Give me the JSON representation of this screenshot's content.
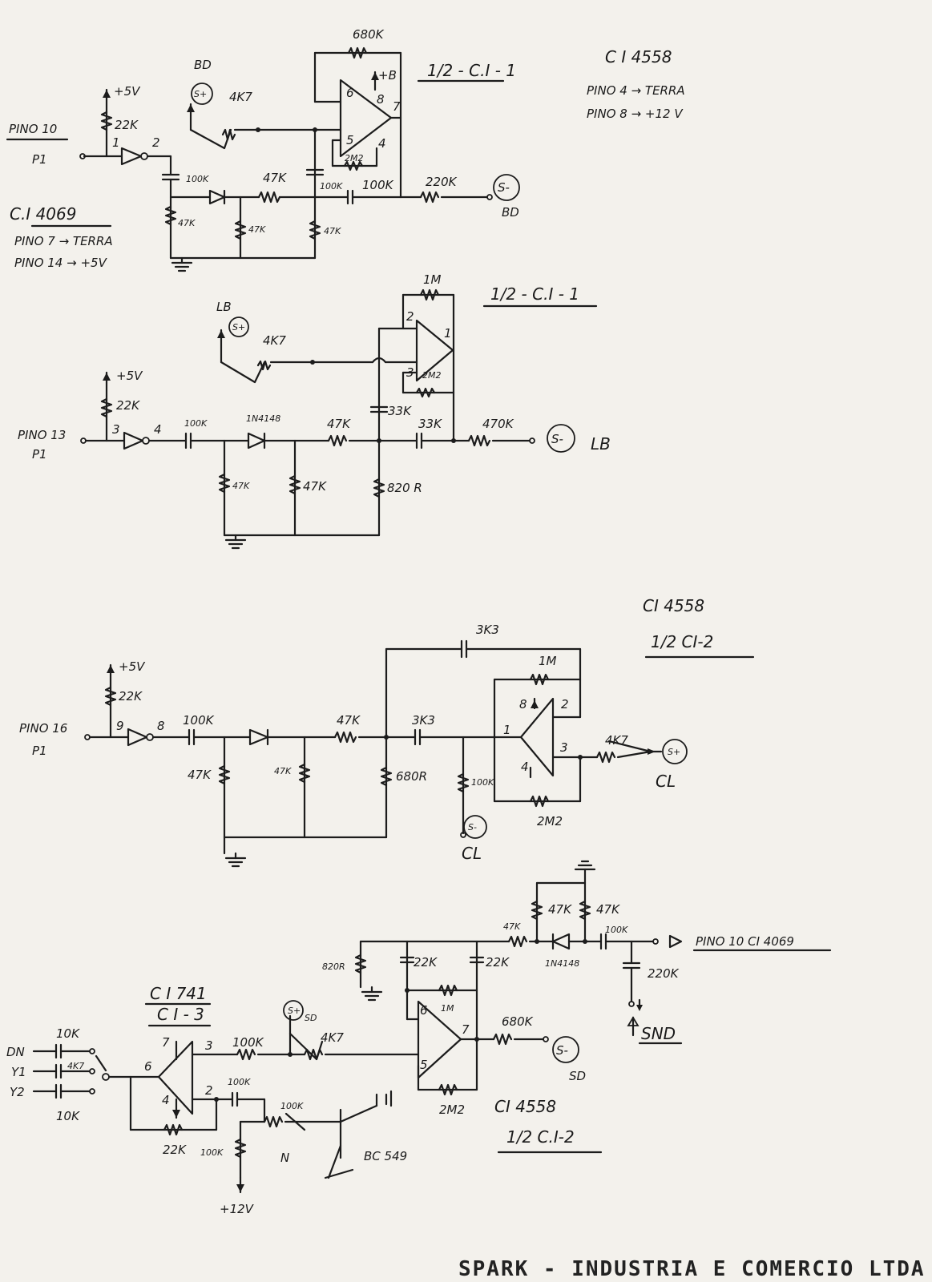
{
  "sheet": {
    "footer": "SPARK - INDUSTRIA E COMERCIO LTDA"
  },
  "notes": {
    "ci4558_top": "C I 4558",
    "pino4": "PINO 4 → TERRA",
    "pino8": "PINO 8 → +12 V",
    "ci4069": "C.I 4069",
    "pino7": "PINO 7 → TERRA",
    "pino14": "PINO 14 → +5V"
  },
  "bd": {
    "title": "1/2 - C.I - 1",
    "input": "PINO 10",
    "p1": "P1",
    "bd_top": "BD",
    "bd_bottom": "BD",
    "vcc": "+5V",
    "r_pull": "22K",
    "pin_in": "1",
    "pin_out": "2",
    "c_in": "100K",
    "r_series": "47K",
    "c_mid": "100K",
    "c_out": "100K",
    "r_out": "220K",
    "r_gnd1": "47K",
    "r_gnd2": "47K",
    "r_gnd3": "47K",
    "r_fb": "680K",
    "r_2m2": "2M2",
    "pot": "4K7",
    "op_p6": "6",
    "op_p8": "8",
    "op_vb": "+B",
    "op_p7": "7",
    "op_p5": "5",
    "op_p4": "4",
    "splus": "S+",
    "sminus": "S-"
  },
  "lb": {
    "title": "1/2 - C.I - 1",
    "label": "LB",
    "label_out": "LB",
    "input": "PINO 13",
    "p1": "P1",
    "vcc": "+5V",
    "r_pull": "22K",
    "pin_in": "3",
    "pin_out": "4",
    "c_in": "100K",
    "diode": "1N4148",
    "r_series": "47K",
    "c_33k_v": "33K",
    "c_33k_h": "33K",
    "r_out": "470K",
    "r_gnd1": "47K",
    "r_gnd2": "47K",
    "r_820": "820 R",
    "r_fb": "1M",
    "r_2m2": "2M2",
    "pot": "4K7",
    "op_p2": "2",
    "op_p1": "1",
    "op_p3": "3",
    "splus": "S+",
    "sminus": "S-"
  },
  "cl": {
    "ci": "CI 4558",
    "title": "1/2 CI-2",
    "input": "PINO 16",
    "p1": "P1",
    "vcc": "+5V",
    "r_pull": "22K",
    "pin_in": "9",
    "pin_out": "8",
    "c_in": "100K",
    "r_series": "47K",
    "c_top": "3K3",
    "c_mid": "3K3",
    "r_fb": "1M",
    "r_2m2": "2M2",
    "r_gnd1": "47K",
    "r_gnd2": "47K",
    "r_680": "680R",
    "r_100k": "100K",
    "pot": "4K7",
    "op_p8": "8",
    "op_p2": "2",
    "op_p1": "1",
    "op_p3": "3",
    "op_p4": "4",
    "label_right": "CL",
    "label_bottom": "CL",
    "splus": "S+",
    "sminus": "S-"
  },
  "sd": {
    "ci741": "C I 741",
    "ci3": "C I - 3",
    "ci4558": "CI 4558",
    "title": "1/2 C.I-2",
    "dn": "DN",
    "y1": "Y1",
    "y2": "Y2",
    "c_10k_top": "10K",
    "c_10k_bot": "10K",
    "pot_4k7_small": "4K7",
    "op_p7": "7",
    "op_p6": "6",
    "op_p4": "4",
    "op_p3": "3",
    "op_p2": "2",
    "r_22k": "22K",
    "r_100k_a": "100K",
    "c_100k": "100K",
    "r_100k_b": "100K",
    "r_100k_c": "100K",
    "n": "N",
    "transistor": "BC 549",
    "v12": "+12V",
    "pot_sd": "4K7",
    "sd_label": "SD",
    "sd_out": "SD",
    "r_820": "820R",
    "c_22k_a": "22K",
    "c_22k_b": "22K",
    "r_1m": "1M",
    "op2_p6": "6",
    "op2_p7": "7",
    "op2_p5": "5",
    "r_2m2": "2M2",
    "r_680k": "680K",
    "r_47k_a": "47K",
    "r_47k_b": "47K",
    "r_47k_c": "47K",
    "diode": "1N4148",
    "c_100k_in": "100K",
    "c_220k": "220K",
    "pino10": "PINO 10 CI 4069",
    "snd": "SND",
    "splus": "S+",
    "sminus": "S-"
  }
}
